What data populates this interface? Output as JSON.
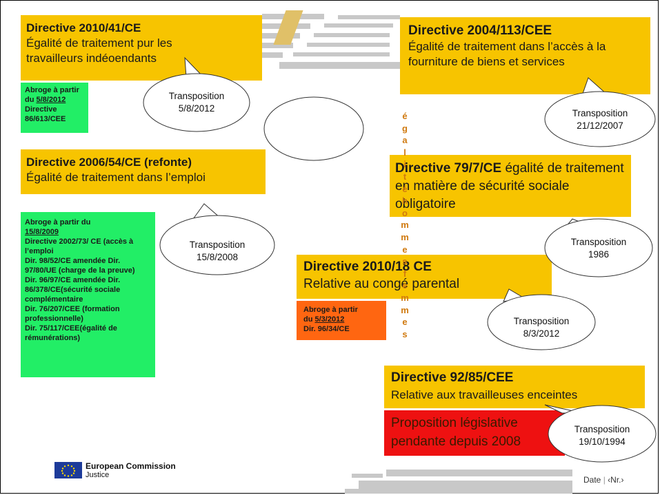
{
  "directives": {
    "d2010_41": {
      "title": "Directive 2010/41/CE",
      "desc": "Égalité de traitement pur les travailleurs indéoendants"
    },
    "d2004_113": {
      "title": "Directive 2004/113/CEE",
      "desc": "Égalité de traitement dans l’accès à la fourniture de biens et services"
    },
    "d2006_54": {
      "title": "Directive 2006/54/CE (refonte)",
      "desc": "Égalité de traitement dans l’emploi"
    },
    "d79_7": {
      "title": "Directive 79/7/CE",
      "desc_inline": " égalité de traitement en matière de sécurité sociale obligatoire"
    },
    "d2010_18": {
      "title": "Directive 2010/18 CE",
      "desc": "Relative au congé parental"
    },
    "d92_85": {
      "title": "Directive 92/85/CEE",
      "desc": "Relative aux travailleuses enceintes"
    }
  },
  "abroge": {
    "a1": {
      "line1": "Abroge à partir",
      "line2a": "du ",
      "date": "5/8/2012",
      "line3": "Directive",
      "line4": "86/613/CEE"
    },
    "a2": {
      "line1": "Abroge à partir du",
      "date": "15/8/2009",
      "items": [
        "Directive  2002/73/ CE (accès à l’emploi",
        "Dir. 98/52/CE amendée Dir. 97/80/UE (charge de la preuve)",
        "Dir. 96/97/CE amendée Dir. 86/378/CE(sécurité sociale complémentaire",
        "Dir. 76/207/CEE (formation professionnelle)",
        "Dir. 75/117/CEE(égalité de rémunérations)"
      ]
    },
    "a3": {
      "line1": "Abroge à partir",
      "line2a": "du ",
      "date": "5/3/2012",
      "line3": "Dir. 96/34/CE"
    }
  },
  "bubbles": {
    "b1": {
      "label": "Transposition",
      "date": "5/8/2012"
    },
    "b2": {
      "label": "Transposition",
      "date": "21/12/2007"
    },
    "b3": {
      "label": "Transposition",
      "date": "15/8/2008"
    },
    "b4": {
      "label": "Transposition",
      "date": "1986"
    },
    "b5": {
      "label": "Transposition",
      "date": "8/3/2012"
    },
    "b6": {
      "label": "Transposition",
      "date": "19/10/1994"
    }
  },
  "proposal": {
    "text": "Proposition législative pendante depuis 2008"
  },
  "vertical_text": [
    "é",
    "g",
    "a",
    "l",
    "i",
    "t",
    "é",
    " ",
    "h",
    "o",
    "m",
    "m",
    "e",
    "s",
    " ",
    "f",
    "e",
    "m",
    "m",
    "e",
    "s"
  ],
  "footer": {
    "org": "European Commission",
    "dept": "Justice",
    "date_label": "Date",
    "page_label": "‹Nr.›"
  },
  "colors": {
    "yellow": "#f7c400",
    "green": "#22ee66",
    "orange": "#ff6611",
    "red": "#ee1111",
    "vertical_text": "#d07a10"
  }
}
